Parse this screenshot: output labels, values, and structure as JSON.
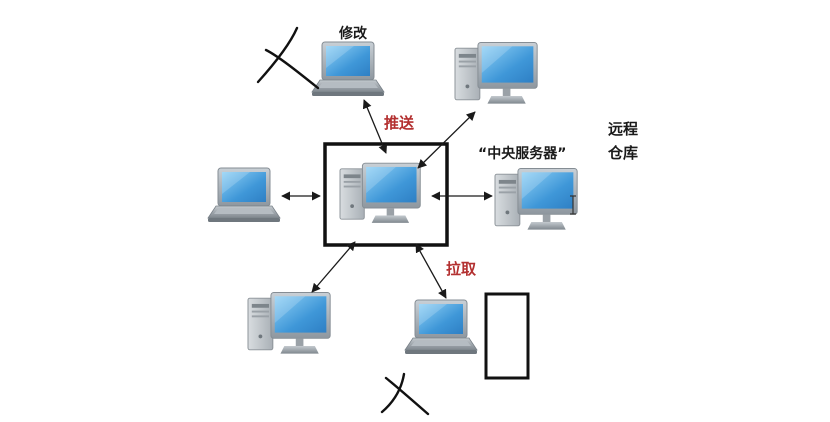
{
  "labels": {
    "modify": "修改",
    "push": "推送",
    "central_server": "“中央服务器”",
    "remote_repo_line1": "远程",
    "remote_repo_line2": "仓库",
    "pull": "拉取"
  },
  "colors": {
    "annotation_red": "#b33030",
    "ink": "#1a1a1a",
    "screen_blue": "#4aa3e0",
    "monitor_frame": "#9aa4ad"
  },
  "icons": {
    "center": "desktop-computer-icon",
    "top_left": "laptop-icon",
    "top_right": "desktop-computer-icon",
    "left": "laptop-icon",
    "right": "desktop-computer-icon",
    "bottom_left": "desktop-computer-icon",
    "bottom_right": "laptop-icon"
  }
}
